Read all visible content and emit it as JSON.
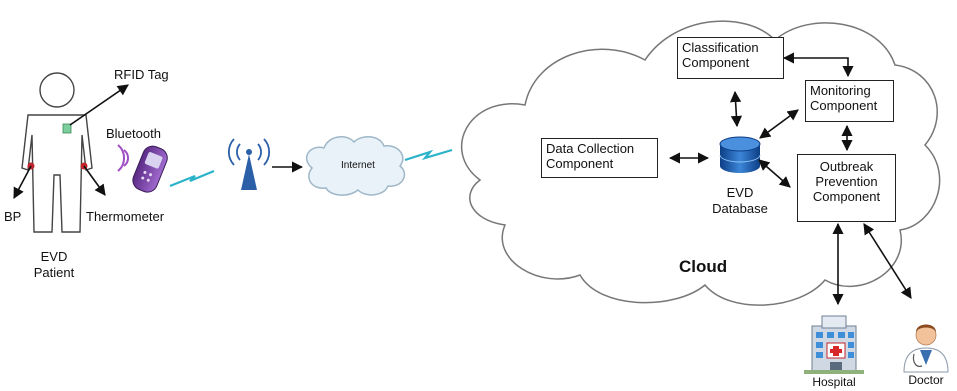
{
  "patient": {
    "rfid_label": "RFID Tag",
    "bluetooth_label": "Bluetooth",
    "bp_label": "BP",
    "thermometer_label": "Thermometer",
    "patient_line1": "EVD",
    "patient_line2": "Patient"
  },
  "network": {
    "internet_label": "Internet"
  },
  "cloud": {
    "title": "Cloud",
    "classification_line1": "Classification",
    "classification_line2": "Component",
    "monitoring_line1": "Monitoring",
    "monitoring_line2": "Component",
    "datacollection_line1": "Data Collection",
    "datacollection_line2": "Component",
    "outbreak_line1": "Outbreak",
    "outbreak_line2": "Prevention",
    "outbreak_line3": "Component",
    "database_line1": "EVD",
    "database_line2": "Database"
  },
  "endpoints": {
    "hospital_label": "Hospital",
    "doctor_label": "Doctor"
  },
  "colors": {
    "signal": "#2bb3c9",
    "phone": "#7a3fa3",
    "tower": "#2b5fa8",
    "database": "#1e5fb8",
    "cloud_stroke": "#777777"
  }
}
